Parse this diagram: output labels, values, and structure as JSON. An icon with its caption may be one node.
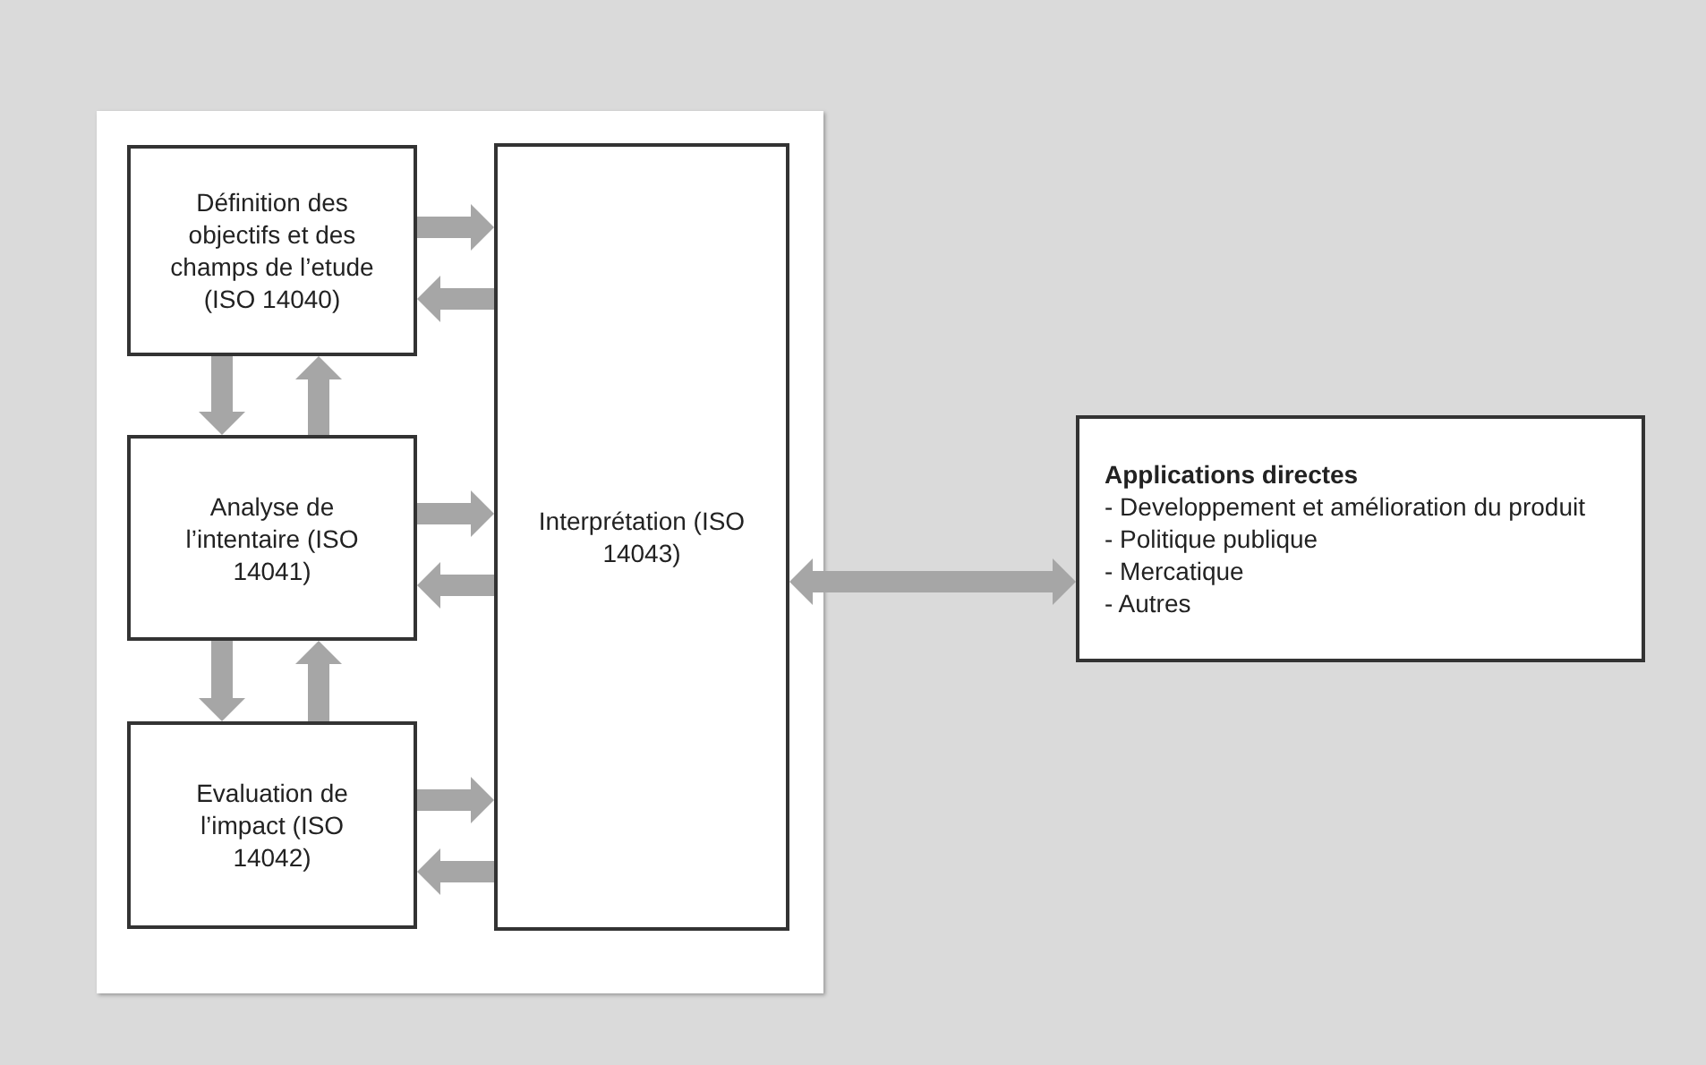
{
  "diagram": {
    "nodes": [
      {
        "text": [],
        "shape": "box"
      },
      {
        "text": [
          "Définition des objectifs et des champs de l’etude (ISO 14040)"
        ],
        "in": 0
      },
      {
        "text": [
          "Analyse de l’intentaire (ISO 14041)"
        ],
        "in": 0
      },
      {
        "text": [
          "Evaluation de l’impact (ISO 14042)"
        ],
        "in": 0
      },
      {
        "text": [
          "Interprétation (ISO 14043)"
        ],
        "in": 0
      },
      {
        "text": [
          "Applications directes",
          "- Developpement et amélioration du produit",
          "- Politique publique",
          "- Mercatique",
          "- Autres"
        ]
      }
    ],
    "edges": [
      {
        "from": 1,
        "to": 4,
        "arrow": "to"
      },
      {
        "from": 4,
        "to": 1,
        "arrow": "to"
      },
      {
        "from": 1,
        "to": 2,
        "arrow": "to"
      },
      {
        "from": 2,
        "to": 1,
        "arrow": "to"
      },
      {
        "from": 2,
        "to": 4,
        "arrow": "to"
      },
      {
        "from": 4,
        "to": 2,
        "arrow": "to"
      },
      {
        "from": 2,
        "to": 3,
        "arrow": "to"
      },
      {
        "from": 3,
        "to": 2,
        "arrow": "to"
      },
      {
        "from": 3,
        "to": 4,
        "arrow": "to"
      },
      {
        "from": 4,
        "to": 3,
        "arrow": "to"
      },
      {
        "from": 4,
        "to": 5,
        "arrow": "both"
      }
    ]
  }
}
